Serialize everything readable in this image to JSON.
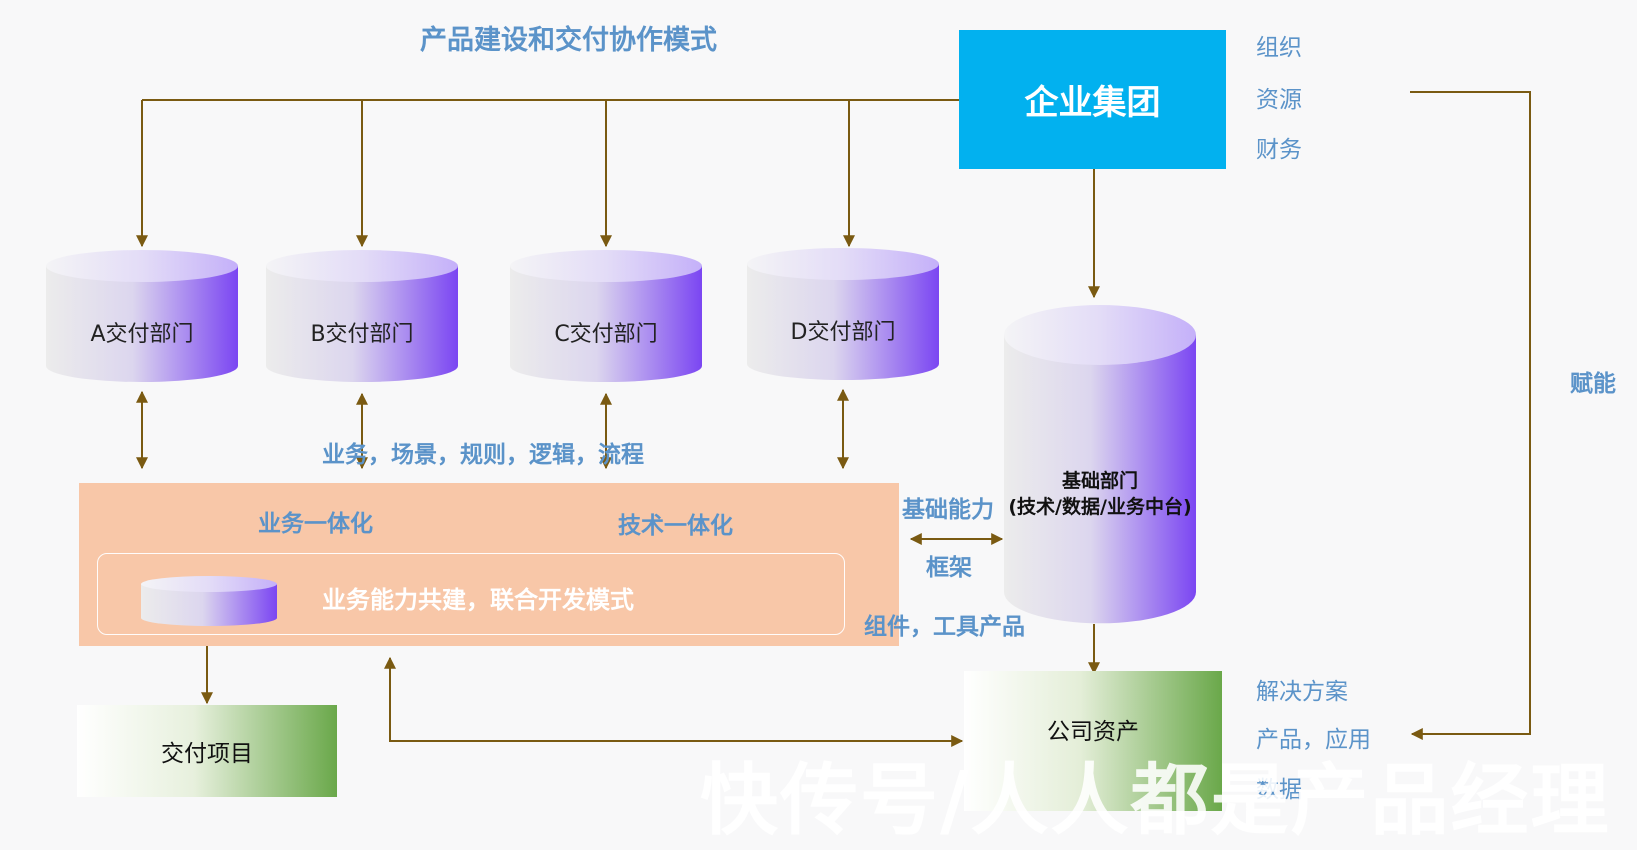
{
  "title": "产品建设和交付协作模式",
  "group": {
    "label": "企业集团",
    "resources": [
      "组织",
      "资源",
      "财务"
    ]
  },
  "departments": [
    "A交付部门",
    "B交付部门",
    "C交付部门",
    "D交付部门"
  ],
  "base_dept": {
    "line1": "基础部门",
    "line2": "(技术/数据/业务中台)"
  },
  "flow_label": "业务，场景，规则，逻辑，流程",
  "integration": {
    "business": "业务一体化",
    "tech": "技术一体化",
    "co_build": "业务能力共建，联合开发模式"
  },
  "base_capability": "基础能力",
  "framework": "框架",
  "components": "组件，工具产品",
  "empower": "赋能",
  "delivery_project": "交付项目",
  "company_assets": "公司资产",
  "asset_items": [
    "解决方案",
    "产品，应用",
    "数据"
  ],
  "watermark": "快传号/人人都是产品经理",
  "colors": {
    "arrow": "#7a5a12",
    "group_box": "#02b1ef",
    "label_blue": "#5b93c9",
    "integration_bg": "#f8c7a8"
  }
}
